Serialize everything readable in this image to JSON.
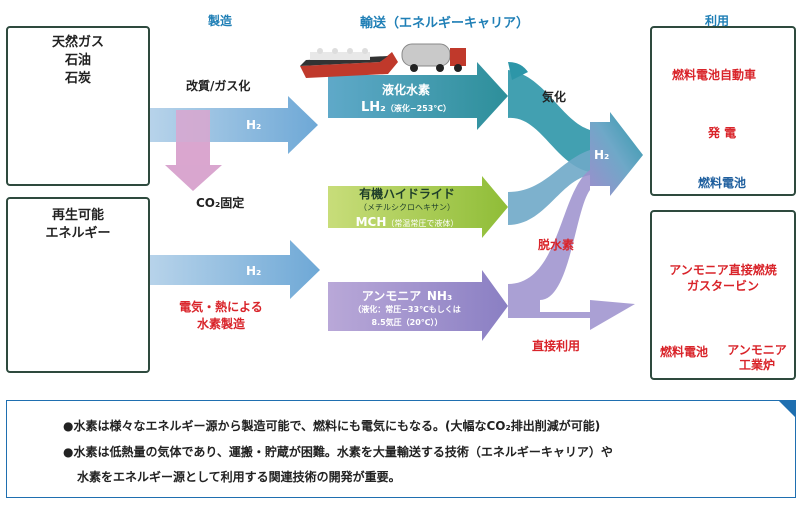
{
  "headers": {
    "production": "製造",
    "transport": "輸送（エネルギーキャリア）",
    "usage": "利用"
  },
  "sources": {
    "fossil": [
      "天然ガス",
      "石油",
      "石炭"
    ],
    "renewable": [
      "再生可能",
      "エネルギー"
    ]
  },
  "production": {
    "reforming": "改質/ガス化",
    "h2_top": "H₂",
    "co2": "CO₂固定",
    "h2_bottom": "H₂",
    "electric_line1": "電気・熱による",
    "electric_line2": "水素製造"
  },
  "carriers": {
    "lh2_title": "液化水素",
    "lh2_sub_main": "LH₂",
    "lh2_sub_note": "（液化−253℃）",
    "mch_title": "有機ハイドライド",
    "mch_note": "（メチルシクロヘキサン）",
    "mch_sub_main": "MCH",
    "mch_sub_note": "（常温常圧で液体）",
    "nh3_title_main": "アンモニア",
    "nh3_title_formula": "NH₃",
    "nh3_note1": "（液化：常圧−33℃もしくは",
    "nh3_note2": "8.5気圧（20℃））"
  },
  "flows": {
    "vaporize": "気化",
    "h2_merge": "H₂",
    "dehydrogenation": "脱水素",
    "direct_use": "直接利用"
  },
  "usage": {
    "fcv": "燃料電池自動車",
    "power": "発 電",
    "fuel_cell": "燃料電池",
    "ammonia_turbine_1": "アンモニア直接燃焼",
    "ammonia_turbine_2": "ガスタービン",
    "fuel_cell_2": "燃料電池",
    "ammonia_furnace_1": "アンモニア",
    "ammonia_furnace_2": "工業炉"
  },
  "notes": [
    "●水素は様々なエネルギー源から製造可能で、燃料にも電気にもなる。(大幅なCO₂排出削減が可能)",
    "●水素は低熱量の気体であり、運搬・貯蔵が困難。水素を大量輸送する技術（エネルギーキャリア）や",
    "水素をエネルギー源として利用する関連技術の開発が重要。"
  ],
  "colors": {
    "teal": "#2d8f9a",
    "green": "#9fc53a",
    "purple": "#8a7fc3",
    "light_blue": "#7fb1d8",
    "pink": "#d9a6cf",
    "red": "#d9242a",
    "blue_text": "#1f7fb6"
  }
}
